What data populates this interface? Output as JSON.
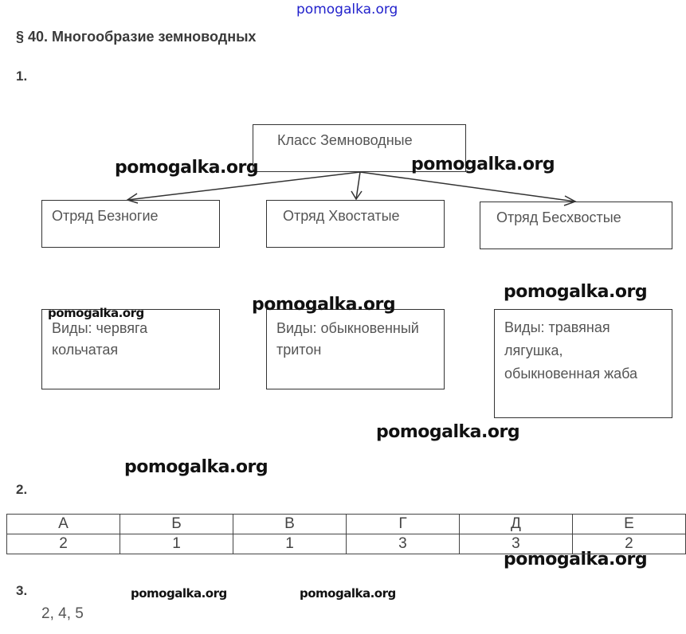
{
  "watermark": "pomogalka.org",
  "title": "§ 40. Многообразие земноводных",
  "q1": {
    "number": "1.",
    "root": "Класс Земноводные",
    "orders": [
      "Отряд Безногие",
      "Отряд Хвостатые",
      "Отряд Бесхвостые"
    ],
    "species": [
      "Виды: червяга кольчатая",
      "Виды: обыкновенный тритон",
      "Виды: травяная лягушка, обыкновенная жаба"
    ]
  },
  "q2": {
    "number": "2.",
    "headers": [
      "А",
      "Б",
      "В",
      "Г",
      "Д",
      "Е"
    ],
    "values": [
      "2",
      "1",
      "1",
      "3",
      "3",
      "2"
    ]
  },
  "q3": {
    "number": "3.",
    "answer": "2, 4, 5"
  }
}
